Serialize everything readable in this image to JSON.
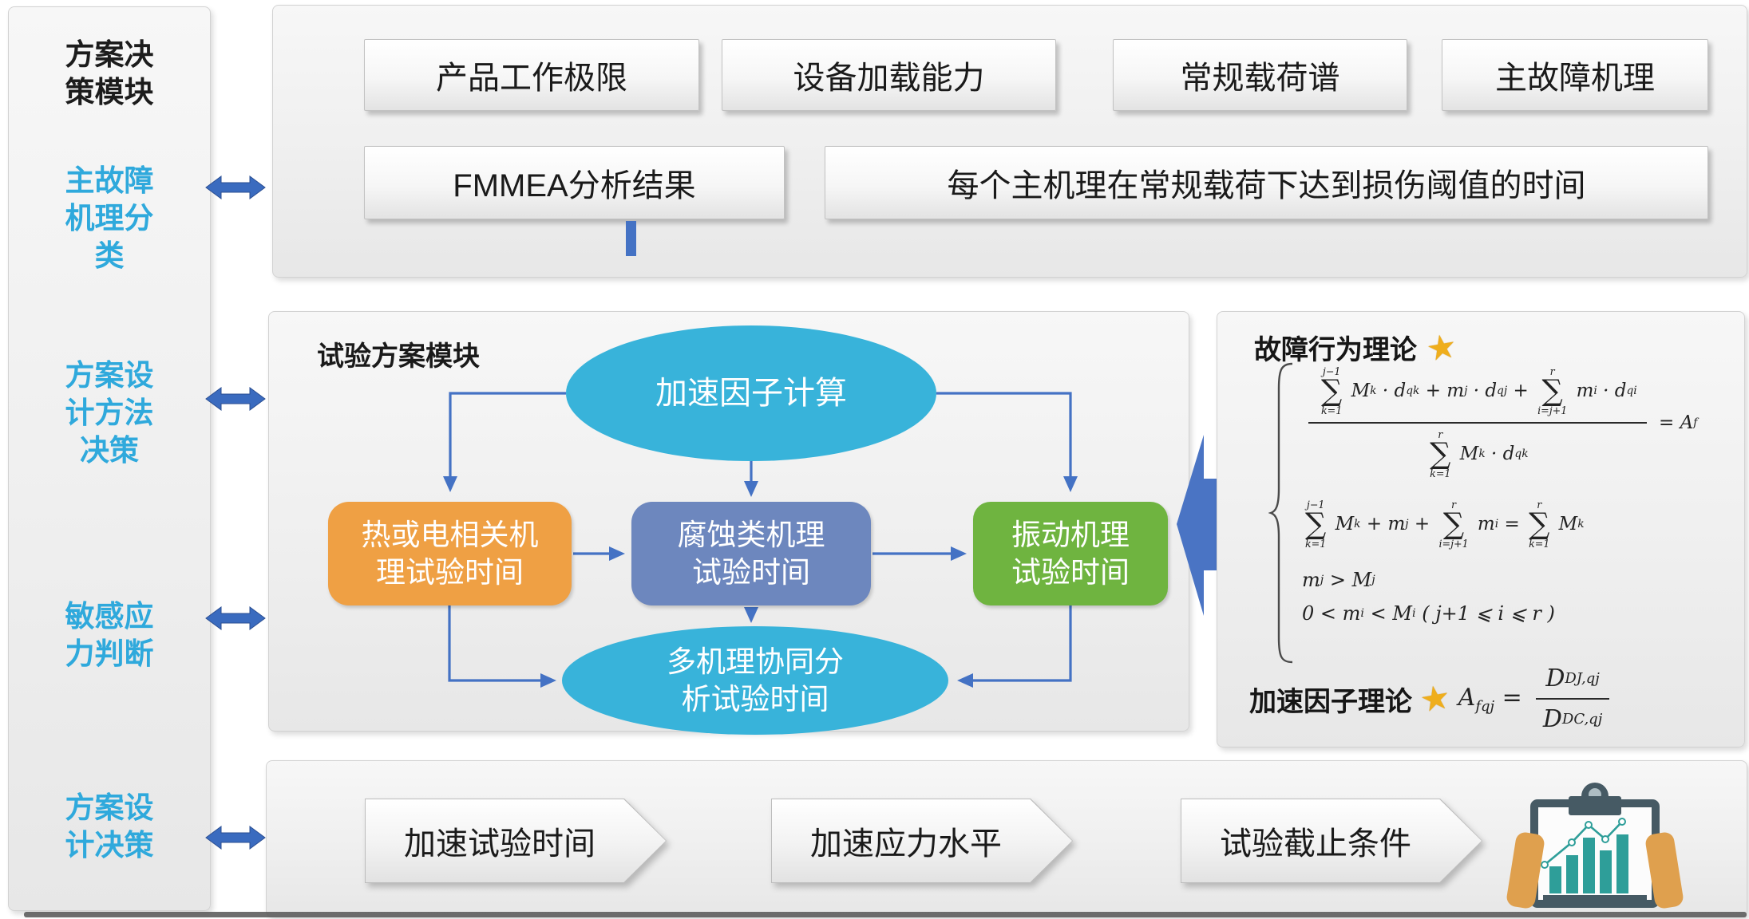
{
  "sidebar": {
    "title": "方案决\n策模块",
    "accent_color": "#2FA9DC",
    "items": [
      {
        "label": "主故障\n机理分\n类"
      },
      {
        "label": "方案设\n计方法\n决策"
      },
      {
        "label": "敏感应\n力判断"
      },
      {
        "label": "方案设\n计决策"
      }
    ]
  },
  "top_panel": {
    "row1_boxes": [
      "产品工作极限",
      "设备加载能力",
      "常规载荷谱",
      "主故障机理"
    ],
    "row2_boxes": [
      "FMMEA分析结果",
      "每个主机理在常规载荷下达到损伤阈值的时间"
    ]
  },
  "test_plan_module": {
    "title": "试验方案模块",
    "top_ellipse": "加速因子计算",
    "orange_box": "热或电相关机\n理试验时间",
    "blue_box": "腐蚀类机理\n试验时间",
    "green_box": "振动机理\n试验时间",
    "bottom_ellipse": "多机理协同分\n析试验时间",
    "colors": {
      "ellipse_fill": "#38B3DA",
      "orange_fill": "#EFA044",
      "blue_fill": "#6D87BE",
      "green_fill": "#6FB440",
      "arrow_stroke": "#4472C4"
    }
  },
  "theory_panel": {
    "behavior_title": "故障行为理论",
    "accel_title": "加速因子理论",
    "star_glyph": "★",
    "star_color": "#EFAE1C",
    "formulas": {
      "line1": [
        [
          "frac",
          [
            [
              "sum",
              "j−1",
              "k=1"
            ],
            [
              "t",
              " M"
            ],
            [
              "s",
              "k"
            ],
            [
              "t",
              " · d"
            ],
            [
              "s",
              "qk"
            ],
            [
              "t",
              " + m"
            ],
            [
              "s",
              "j"
            ],
            [
              "t",
              " · d"
            ],
            [
              "s",
              "qj"
            ],
            [
              "t",
              " + "
            ],
            [
              "sum",
              "r",
              "i=j+1"
            ],
            [
              "t",
              " m"
            ],
            [
              "s",
              "i"
            ],
            [
              "t",
              " · d"
            ],
            [
              "s",
              "qi"
            ]
          ],
          [
            [
              "sum",
              "r",
              "k=1"
            ],
            [
              "t",
              " M"
            ],
            [
              "s",
              "k"
            ],
            [
              "t",
              " · d"
            ],
            [
              "s",
              "qk"
            ]
          ]
        ],
        [
          "t",
          " = A"
        ],
        [
          "s",
          "f"
        ]
      ],
      "line2": [
        [
          "sum",
          "j−1",
          "k=1"
        ],
        [
          "t",
          " M"
        ],
        [
          "s",
          "k"
        ],
        [
          "t",
          " + m"
        ],
        [
          "s",
          "j"
        ],
        [
          "t",
          " + "
        ],
        [
          "sum",
          "r",
          "i=j+1"
        ],
        [
          "t",
          " m"
        ],
        [
          "s",
          "i"
        ],
        [
          "t",
          " = "
        ],
        [
          "sum",
          "r",
          "k=1"
        ],
        [
          "t",
          " M"
        ],
        [
          "s",
          "k"
        ]
      ],
      "line3": [
        [
          "t",
          "m"
        ],
        [
          "s",
          "j"
        ],
        [
          "t",
          " > M"
        ],
        [
          "s",
          "j"
        ]
      ],
      "line4": [
        [
          "t",
          "0 < m"
        ],
        [
          "s",
          "i"
        ],
        [
          "t",
          " < M"
        ],
        [
          "s",
          "i"
        ],
        [
          "t",
          " ( j+1 ⩽ i ⩽ r )"
        ]
      ],
      "accel": [
        [
          "t",
          "A"
        ],
        [
          "s",
          "fqj"
        ],
        [
          "t",
          " = "
        ],
        [
          "frac",
          [
            [
              "t",
              "D"
            ],
            [
              "s",
              "DJ,qj"
            ]
          ],
          [
            [
              "t",
              "D"
            ],
            [
              "s",
              "DC,qj"
            ]
          ]
        ]
      ]
    }
  },
  "bottom_panel": {
    "chevrons": [
      "加速试验时间",
      "加速应力水平",
      "试验截止条件"
    ]
  },
  "big_arrow_color": "#4A74C4",
  "double_arrow_color": "#3A6BBF"
}
